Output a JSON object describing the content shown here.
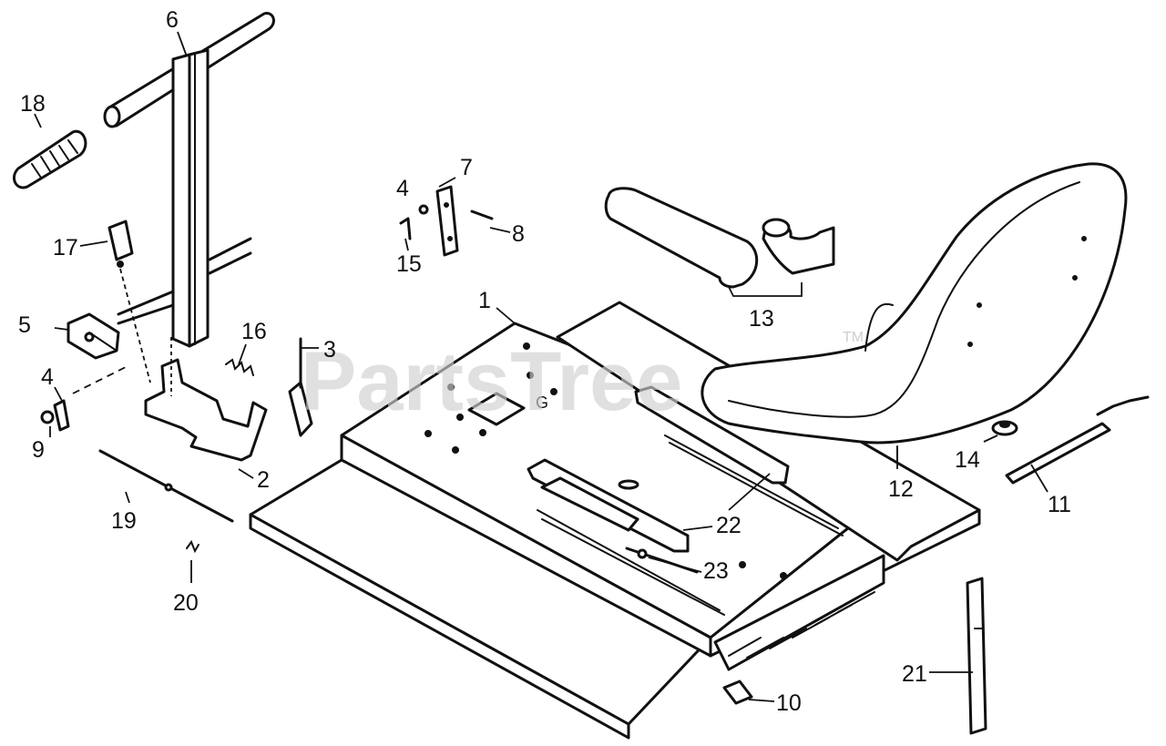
{
  "watermark": {
    "text": "PartsTree",
    "trademark": "TM"
  },
  "callouts": {
    "c1": "1",
    "c2": "2",
    "c3": "3",
    "c4a": "4",
    "c4b": "4",
    "c5": "5",
    "c6": "6",
    "c7": "7",
    "c8": "8",
    "c9": "9",
    "c10": "10",
    "c11": "11",
    "c12": "12",
    "c13": "13",
    "c14": "14",
    "c15": "15",
    "c16": "16",
    "c17": "17",
    "c18": "18",
    "c19": "19",
    "c20": "20",
    "c21": "21",
    "c22": "22",
    "c23": "23"
  },
  "colors": {
    "ink": "#111111",
    "paper": "#ffffff",
    "watermark": "#cfcfcf"
  }
}
